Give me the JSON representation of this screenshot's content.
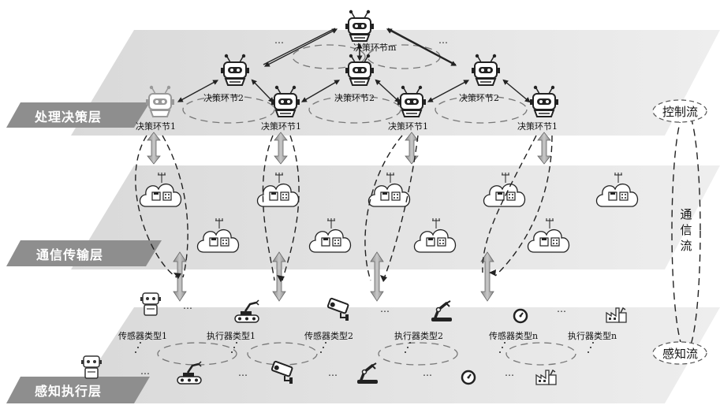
{
  "layers": {
    "decision": "处理决策层",
    "communication": "通信传输层",
    "sensing": "感知执行层"
  },
  "decision_nodes": {
    "top": "决策环节m",
    "level2": "决策环节2",
    "level1": "决策环节1"
  },
  "devices": {
    "sensor1": "传感器类型1",
    "actuator1": "执行器类型1",
    "sensor2": "传感器类型2",
    "actuator2": "执行器类型2",
    "sensorn": "传感器类型n",
    "actuatorn": "执行器类型n"
  },
  "flows": {
    "control": "控制流",
    "communication": "通信流",
    "sensing": "感知流"
  },
  "ellipsis": "…"
}
